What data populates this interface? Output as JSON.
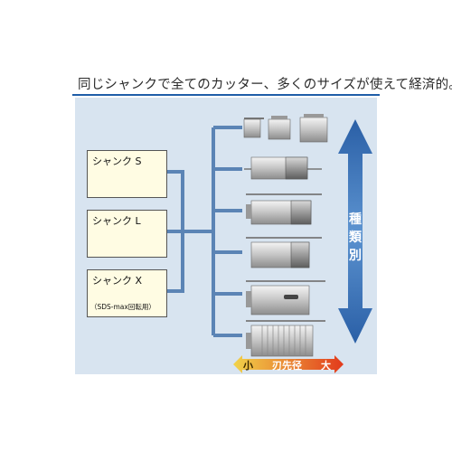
{
  "headline": "同じシャンクで全てのカッター、多くのサイズが使えて経済的。",
  "shanks": [
    {
      "label": "シャンク S"
    },
    {
      "label": "シャンク L"
    },
    {
      "label": "シャンク X",
      "note": "（SDS-max回転用）"
    }
  ],
  "vertical_arrow": {
    "chars": [
      "種",
      "類",
      "別"
    ]
  },
  "size_arrow": {
    "small": "小",
    "title": "刃先径",
    "large": "大"
  },
  "colors": {
    "panel": "#d8e4f0",
    "connector": "#5b84b5",
    "box_fill": "#fffce3",
    "arrow_blue": "#2f6cb5",
    "size_gradient_start": "#f1d34a",
    "size_gradient_end": "#e23a1c"
  }
}
